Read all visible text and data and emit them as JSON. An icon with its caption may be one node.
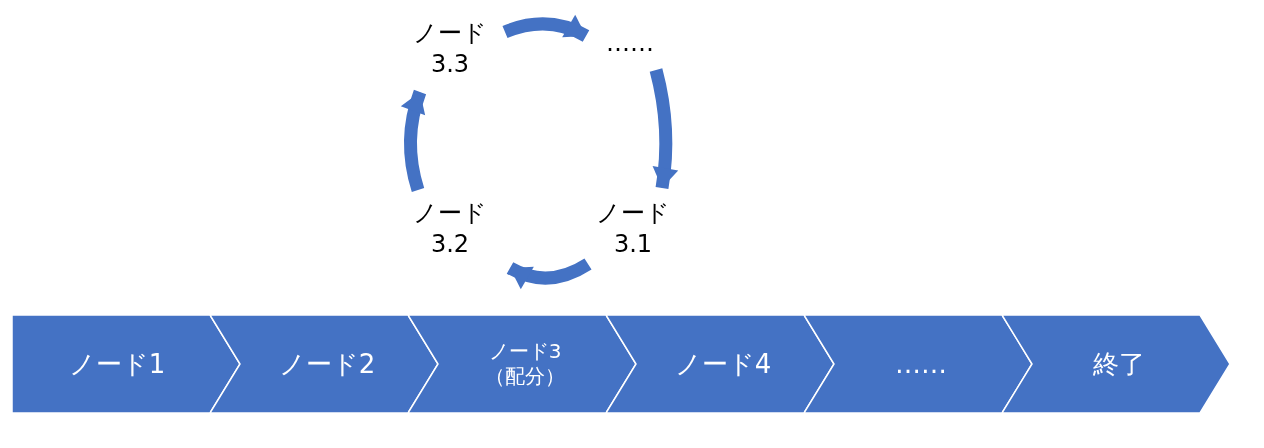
{
  "diagram": {
    "nodes": [
      {
        "text": [
          "ノード3.3"
        ]
      },
      {
        "text": [
          "……"
        ]
      },
      {
        "text": [
          "ノード3.2"
        ]
      },
      {
        "text": [
          "ノード3.1"
        ]
      },
      {
        "text": [
          "ノード1"
        ]
      },
      {
        "text": [
          "ノード2"
        ]
      },
      {
        "text": [
          "ノード3（配分）"
        ]
      },
      {
        "text": [
          "ノード4"
        ]
      },
      {
        "text": [
          "……"
        ]
      },
      {
        "text": [
          "終了"
        ]
      }
    ],
    "edges": [
      {
        "from": 3,
        "to": 2,
        "arrow": "to"
      },
      {
        "from": 2,
        "to": 0,
        "arrow": "to"
      },
      {
        "from": 0,
        "to": 1,
        "arrow": "to"
      },
      {
        "from": 1,
        "to": 3,
        "arrow": "to"
      }
    ]
  }
}
